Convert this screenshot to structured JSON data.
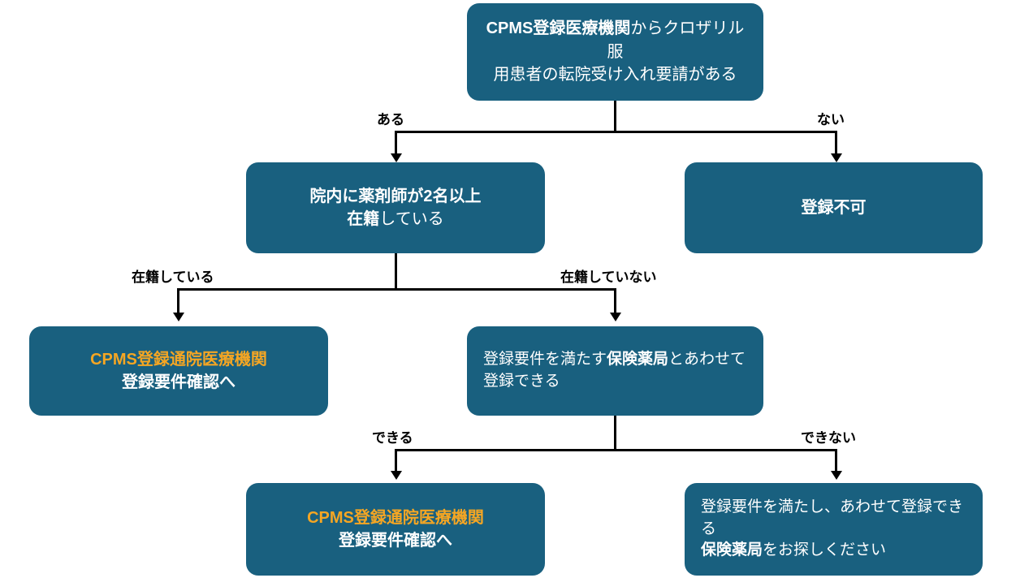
{
  "diagram": {
    "title_text": "CPMS登録医療機関からクロザリル服用患者の転院受け入れ要請がある",
    "colors": {
      "node_fill": "#19607f",
      "node_text": "#ffffff",
      "accent_text": "#f5a623",
      "connector": "#000000",
      "background": "#ffffff"
    },
    "nodes": {
      "root": {
        "line1_bold": "CPMS登録医療機関",
        "line1_rest": "からクロザリル服",
        "line2": "用患者の転院受け入れ要請がある"
      },
      "pharmacists": {
        "line1": "院内に薬剤師が2名以上",
        "line2_bold": "在籍",
        "line2_rest": "している"
      },
      "not_registrable": {
        "line1": "登録不可"
      },
      "outpatient_left": {
        "line1": "CPMS登録通院医療機関",
        "line2": "登録要件確認へ"
      },
      "with_pharmacy": {
        "line1_pre": "登録要件を満たす",
        "line1_bold": "保険薬局",
        "line1_post": "とあわせて",
        "line2": "登録できる"
      },
      "outpatient_bottom": {
        "line1": "CPMS登録通院医療機関",
        "line2": "登録要件確認へ"
      },
      "find_pharmacy": {
        "line1": "登録要件を満たし、あわせて登録できる",
        "line2_bold": "保険薬局",
        "line2_rest": "をお探しください"
      }
    },
    "edge_labels": {
      "branch1_yes": "ある",
      "branch1_no": "ない",
      "branch2_yes": "在籍している",
      "branch2_no": "在籍していない",
      "branch3_yes": "できる",
      "branch3_no": "できない"
    }
  }
}
